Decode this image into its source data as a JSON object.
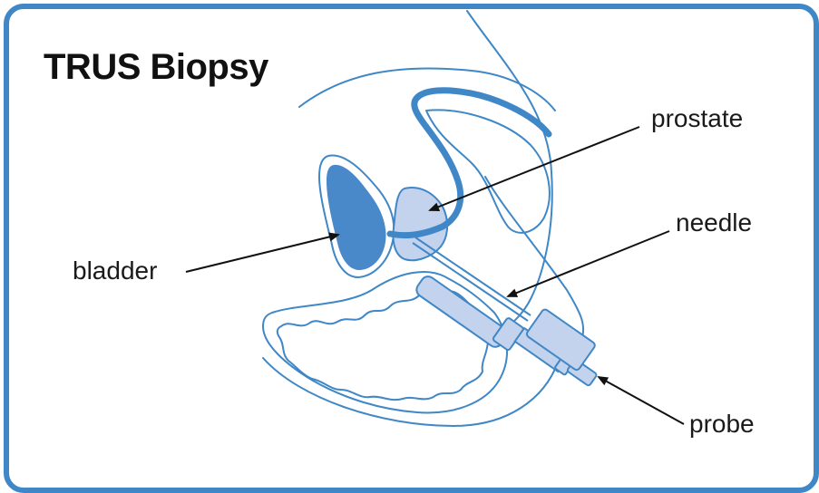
{
  "title": "TRUS Biopsy",
  "labels": {
    "prostate": "prostate",
    "needle": "needle",
    "bladder": "bladder",
    "probe": "probe"
  },
  "colors": {
    "frame": "#3f87c6",
    "outline": "#3f87c6",
    "bladder_fill": "#4a89c9",
    "light_fill": "#c3d3ee",
    "arrow": "#111111"
  }
}
